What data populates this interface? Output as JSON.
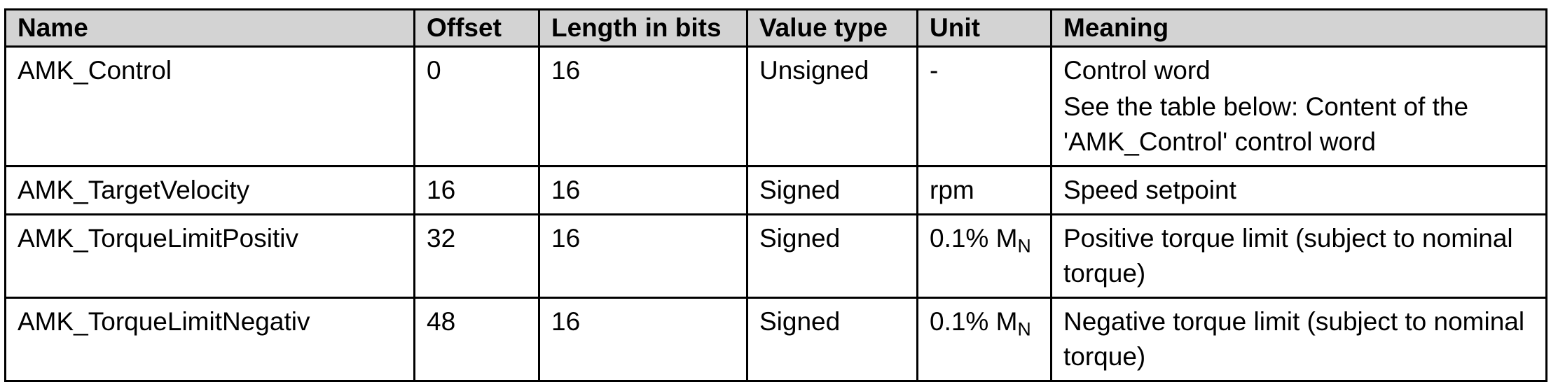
{
  "table": {
    "headers": [
      "Name",
      "Offset",
      "Length in bits",
      "Value type",
      "Unit",
      "Meaning"
    ],
    "rows": [
      {
        "name": "AMK_Control",
        "offset": "0",
        "length": "16",
        "value_type": "Unsigned",
        "unit": "-",
        "unit_sub": "",
        "meaning": [
          "Control word",
          "See the table below: Content of the 'AMK_Control' control word"
        ]
      },
      {
        "name": "AMK_TargetVelocity",
        "offset": "16",
        "length": "16",
        "value_type": "Signed",
        "unit": "rpm",
        "unit_sub": "",
        "meaning": [
          "Speed setpoint"
        ]
      },
      {
        "name": "AMK_TorqueLimitPositiv",
        "offset": "32",
        "length": "16",
        "value_type": "Signed",
        "unit": "0.1% M",
        "unit_sub": "N",
        "meaning": [
          "Positive torque limit (subject to nominal torque)"
        ]
      },
      {
        "name": "AMK_TorqueLimitNegativ",
        "offset": "48",
        "length": "16",
        "value_type": "Signed",
        "unit": "0.1% M",
        "unit_sub": "N",
        "meaning": [
          "Negative torque limit (subject to nominal torque)"
        ]
      }
    ]
  }
}
